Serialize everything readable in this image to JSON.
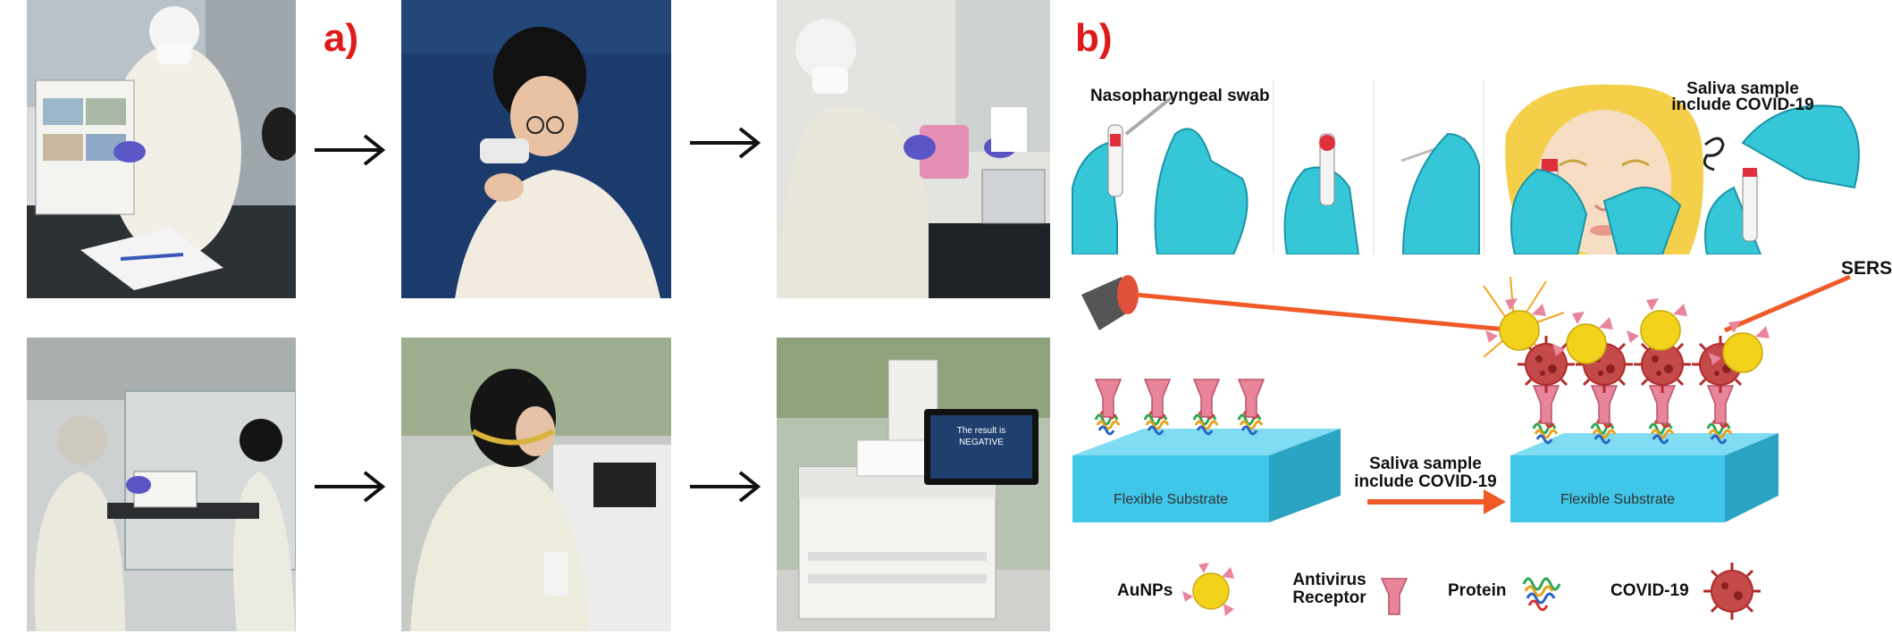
{
  "panel_a": {
    "label": "a)",
    "screen_text": {
      "line1": "The result is",
      "line2": "NEGATIVE"
    }
  },
  "panel_b": {
    "label": "b)",
    "top": {
      "swab_label": "Nasopharyngeal swab",
      "saliva_label_line1": "Saliva sample",
      "saliva_label_line2": "include COVID-19"
    },
    "mechanism": {
      "sers_label": "SERS",
      "substrate_left": "Flexible Substrate",
      "substrate_right": "Flexible Substrate",
      "arrow_label_line1": "Saliva sample",
      "arrow_label_line2": "include COVID-19"
    },
    "legend": {
      "aunps": "AuNPs",
      "receptor_line1": "Antivirus",
      "receptor_line2": "Receptor",
      "protein": "Protein",
      "covid": "COVID-19"
    },
    "colors": {
      "glove": "#35c7d8",
      "substrate": "#3fc6e8",
      "aunp": "#f2d21b",
      "receptor": "#e9859b",
      "virus": "#b22a2a",
      "arrow": "#f05a28",
      "label_red": "#e01a1a"
    }
  }
}
